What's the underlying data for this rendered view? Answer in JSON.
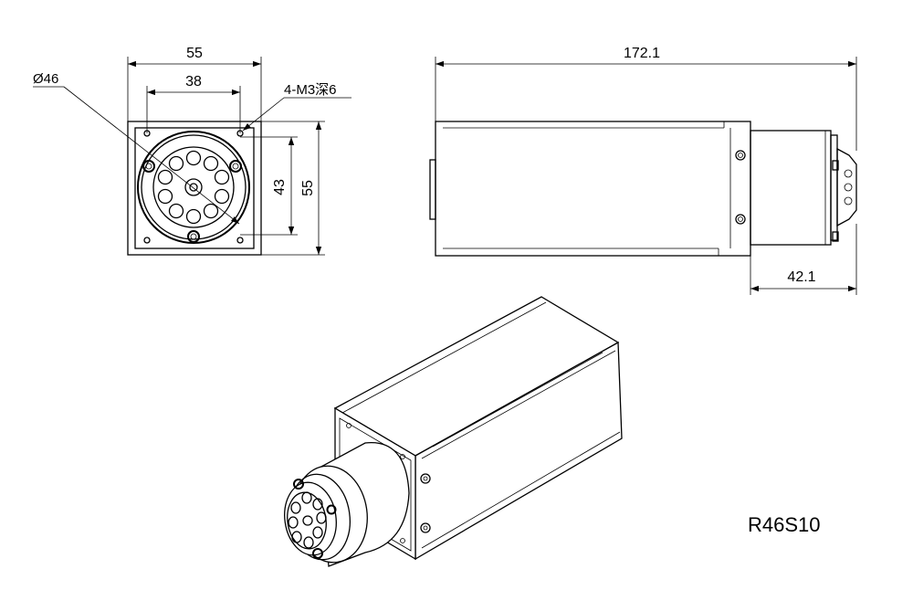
{
  "front_view": {
    "dim_width": "55",
    "dim_hole_spacing": "38",
    "dim_diameter": "Ø46",
    "dim_thread": "4-M3深6",
    "dim_inner_height": "43",
    "dim_height": "55"
  },
  "side_view": {
    "dim_length": "172.1",
    "dim_head_length": "42.1"
  },
  "model_label": "R46S10"
}
